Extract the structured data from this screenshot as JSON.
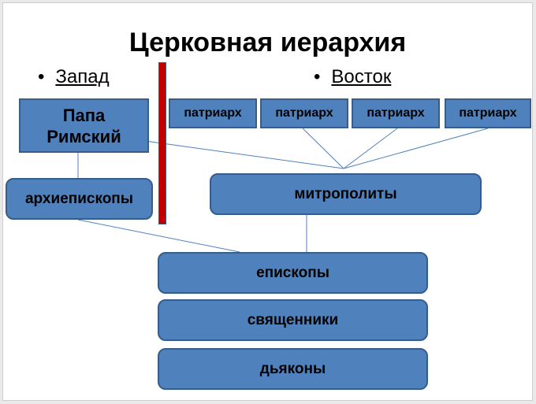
{
  "title": "Церковная иерархия",
  "sections": {
    "west": {
      "bullet": "•",
      "label": "Запад"
    },
    "east": {
      "bullet": "•",
      "label": "Восток"
    }
  },
  "nodes": {
    "pope": "Папа Римский",
    "archbishops": "архиепископы",
    "patriarchs": [
      "патриарх",
      "патриарх",
      "патриарх",
      "патриарх"
    ],
    "metropolitans": "митрополиты",
    "bishops": "епископы",
    "priests": "священники",
    "deacons": "дьяконы"
  },
  "colors": {
    "box_fill": "#4f81bd",
    "box_border": "#385d8a",
    "divider": "#c00000"
  }
}
